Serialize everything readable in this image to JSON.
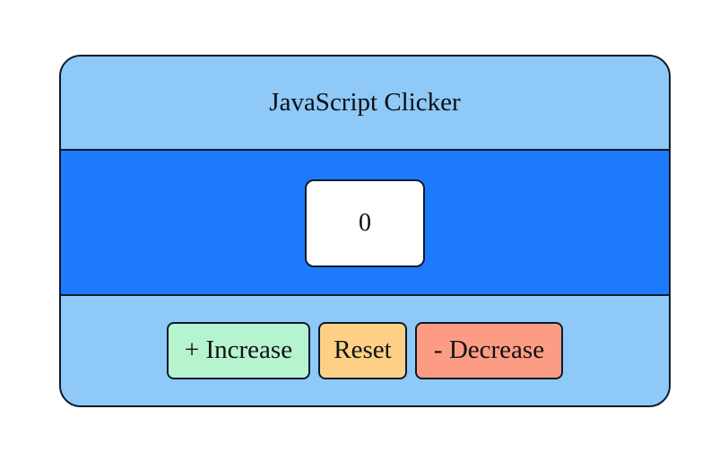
{
  "app": {
    "title": "JavaScript Clicker"
  },
  "counter": {
    "value": "0"
  },
  "buttons": {
    "increase_label": "+ Increase",
    "reset_label": "Reset",
    "decrease_label": "- Decrease"
  },
  "colors": {
    "card_background": "#8ec9f7",
    "counter_band": "#1e7afd",
    "increase": "#b6f4d0",
    "reset": "#fdd086",
    "decrease": "#fd9c85",
    "border": "#0b1a2b"
  }
}
